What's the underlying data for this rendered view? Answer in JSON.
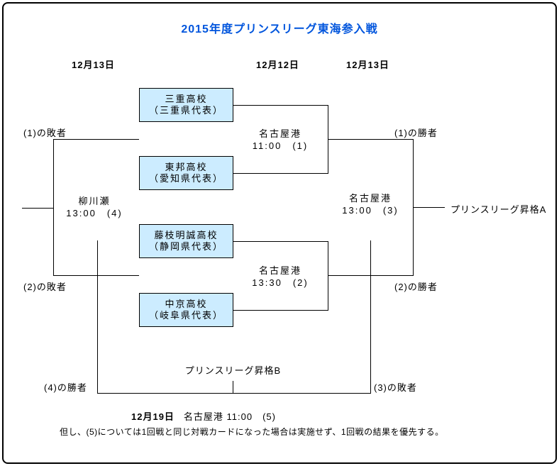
{
  "title": "2015年度プリンスリーグ東海参入戦",
  "dates": {
    "left": "12月13日",
    "middle": "12月12日",
    "right": "12月13日"
  },
  "teams": [
    {
      "name": "三重高校",
      "rep": "（三重県代表）"
    },
    {
      "name": "東邦高校",
      "rep": "（愛知県代表）"
    },
    {
      "name": "藤枝明誠高校",
      "rep": "（静岡県代表）"
    },
    {
      "name": "中京高校",
      "rep": "（岐阜県代表）"
    }
  ],
  "matches": {
    "m1": {
      "venue": "名古屋港",
      "time": "11:00　(1)"
    },
    "m2": {
      "venue": "名古屋港",
      "time": "13:30　(2)"
    },
    "m3": {
      "venue": "名古屋港",
      "time": "13:00　(3)"
    },
    "m4": {
      "venue": "柳川瀬",
      "time": "13:00　(4)"
    }
  },
  "labels": {
    "loser1": "(1)の敗者",
    "loser2": "(2)の敗者",
    "winner1": "(1)の勝者",
    "winner2": "(2)の勝者",
    "winner4": "(4)の勝者",
    "loser3": "(3)の敗者",
    "promo_a": "プリンスリーグ昇格A",
    "promo_b": "プリンスリーグ昇格B"
  },
  "footer": {
    "match5_date": "12月19日",
    "match5_info": "名古屋港 11:00　(5)",
    "note": "但し、(5)については1回戦と同じ対戦カードになった場合は実施せず、1回戦の結果を優先する。"
  },
  "colors": {
    "title": "#0055DD",
    "team_box_fill": "#CCECFF",
    "line": "#000000",
    "background": "#FFFFFF"
  }
}
